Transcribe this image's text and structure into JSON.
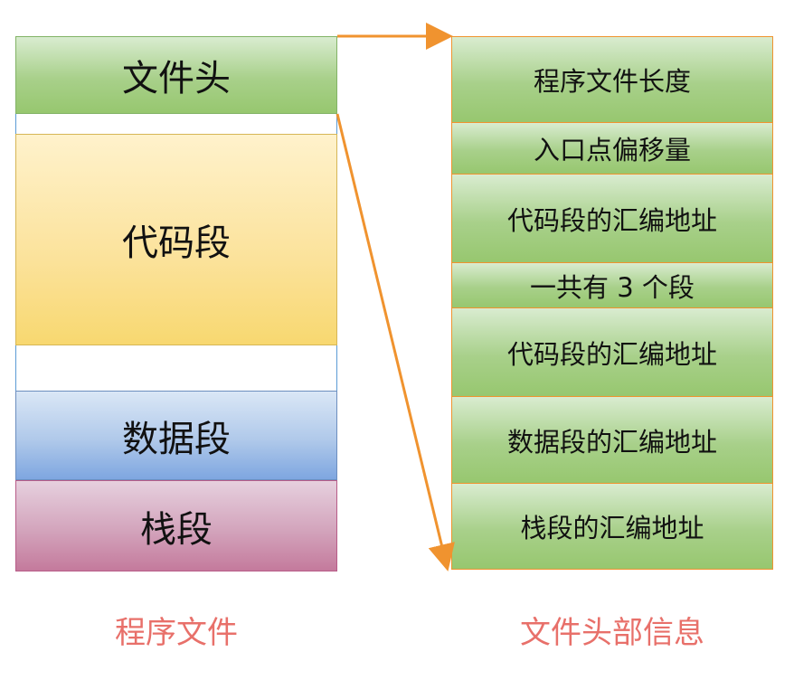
{
  "program": {
    "caption": "程序文件",
    "sections": {
      "header": "文件头",
      "code": "代码段",
      "data": "数据段",
      "stack": "栈段"
    }
  },
  "header_info": {
    "caption": "文件头部信息",
    "rows": [
      "程序文件长度",
      "入口点偏移量",
      "代码段的汇编地址",
      "一共有 3 个段",
      "代码段的汇编地址",
      "数据段的汇编地址",
      "栈段的汇编地址"
    ]
  },
  "colors": {
    "arrow": "#f0932f",
    "caption": "#e8706a",
    "green_border": "#82b366",
    "yellow_border": "#d6b656",
    "blue_border": "#6c8ebf",
    "pink_border": "#b85c88",
    "outline_blue": "#5b9bd5",
    "right_border": "#f0932f"
  }
}
